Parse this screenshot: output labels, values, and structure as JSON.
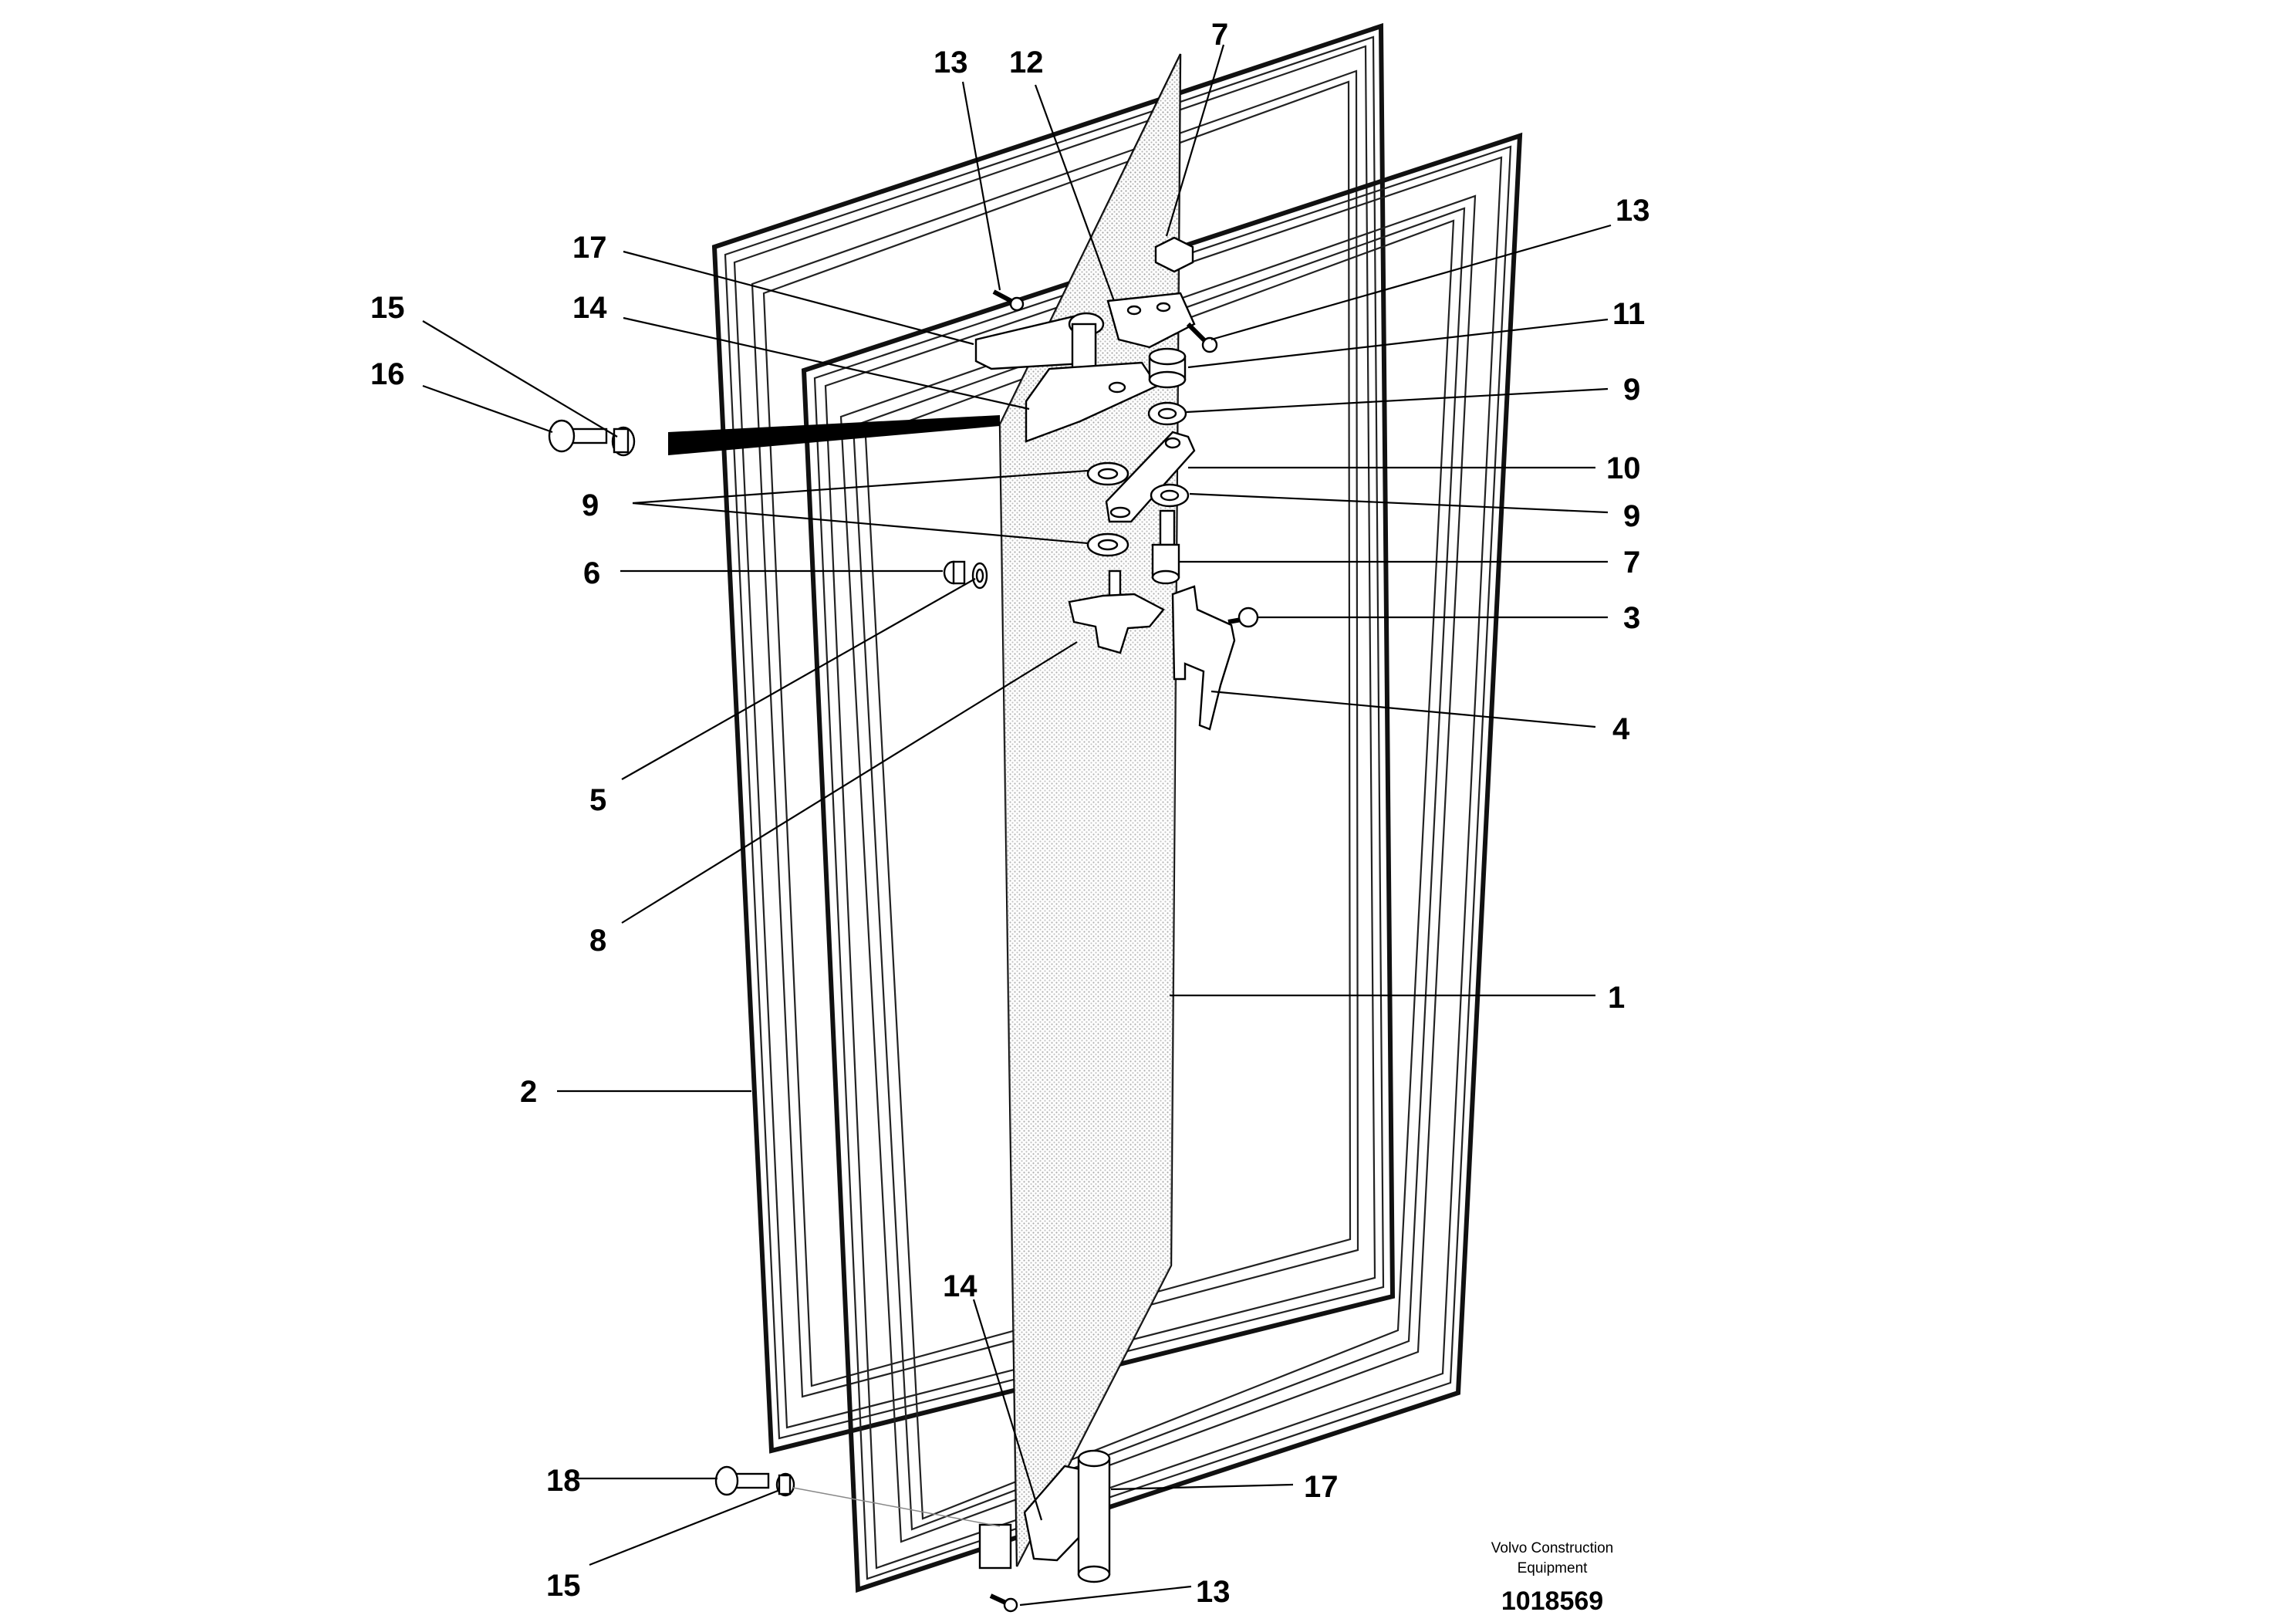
{
  "callouts": [
    {
      "id": "c-13-top",
      "label": "13"
    },
    {
      "id": "c-12",
      "label": "12"
    },
    {
      "id": "c-7-top",
      "label": "7"
    },
    {
      "id": "c-13-right",
      "label": "13"
    },
    {
      "id": "c-17-top",
      "label": "17"
    },
    {
      "id": "c-14-top",
      "label": "14"
    },
    {
      "id": "c-11",
      "label": "11"
    },
    {
      "id": "c-15-top",
      "label": "15"
    },
    {
      "id": "c-16",
      "label": "16"
    },
    {
      "id": "c-9-right-a",
      "label": "9"
    },
    {
      "id": "c-10",
      "label": "10"
    },
    {
      "id": "c-9-left",
      "label": "9"
    },
    {
      "id": "c-9-right-b",
      "label": "9"
    },
    {
      "id": "c-6",
      "label": "6"
    },
    {
      "id": "c-7-mid",
      "label": "7"
    },
    {
      "id": "c-3",
      "label": "3"
    },
    {
      "id": "c-4",
      "label": "4"
    },
    {
      "id": "c-5",
      "label": "5"
    },
    {
      "id": "c-8",
      "label": "8"
    },
    {
      "id": "c-1",
      "label": "1"
    },
    {
      "id": "c-2",
      "label": "2"
    },
    {
      "id": "c-14-bottom",
      "label": "14"
    },
    {
      "id": "c-18",
      "label": "18"
    },
    {
      "id": "c-17-bottom",
      "label": "17"
    },
    {
      "id": "c-15-bottom",
      "label": "15"
    },
    {
      "id": "c-13-bottom",
      "label": "13"
    }
  ],
  "footer": {
    "company_line1": "Volvo Construction",
    "company_line2": "Equipment",
    "drawing_number": "1018569"
  },
  "colors": {
    "line": "#000000",
    "glass_shade": "#c9c9c9",
    "background": "#ffffff"
  }
}
